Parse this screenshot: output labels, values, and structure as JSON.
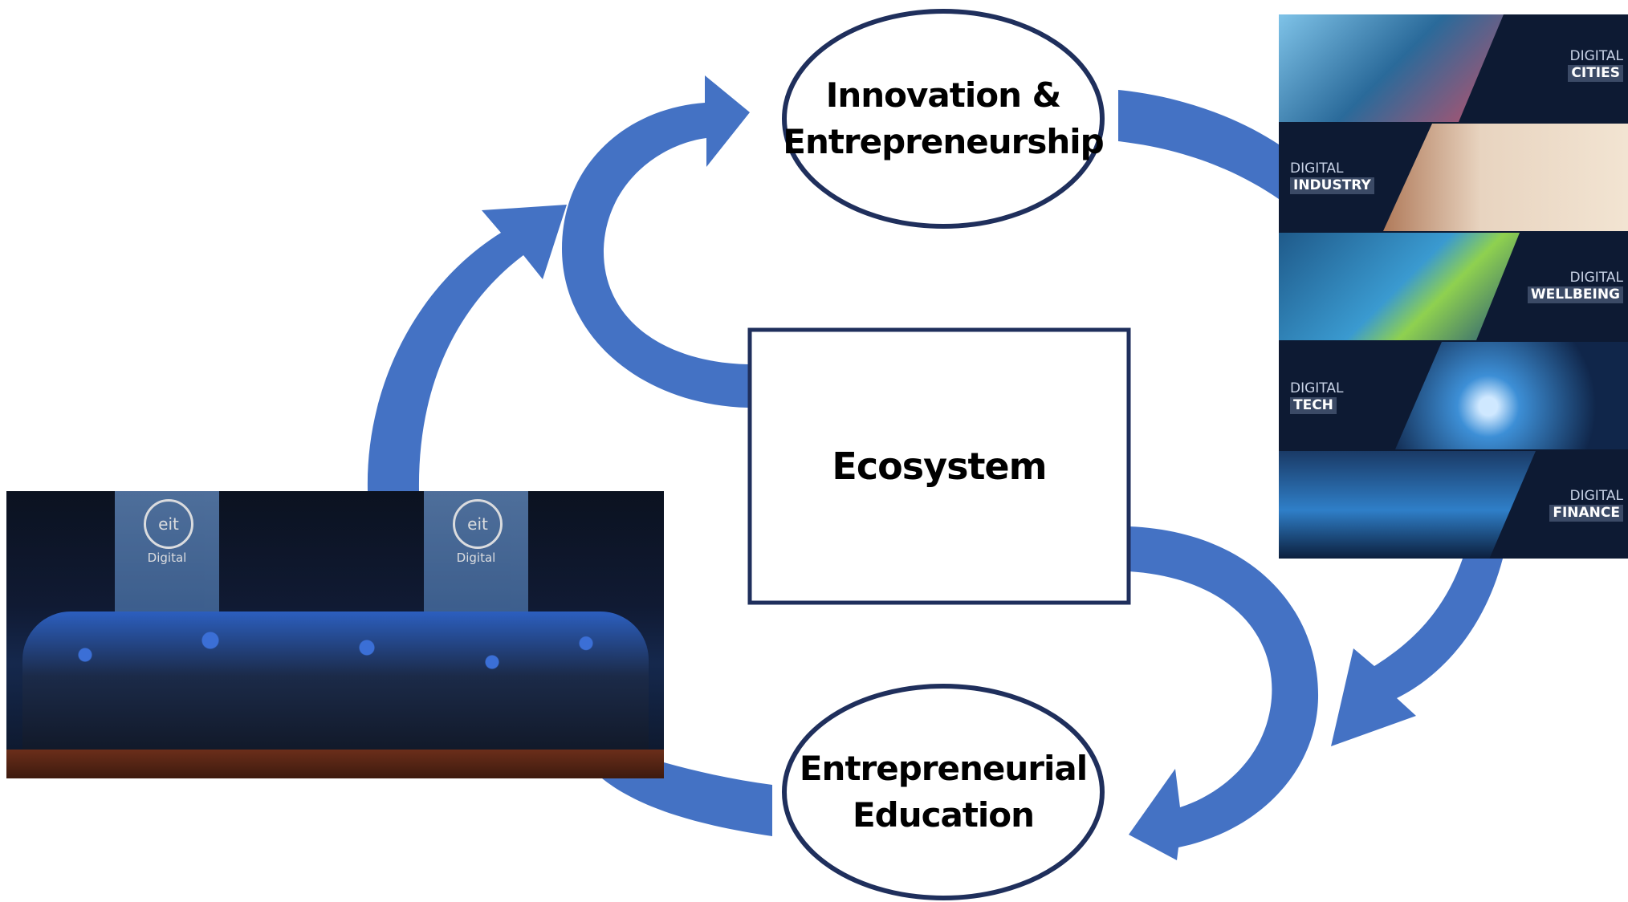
{
  "nodes": {
    "innovation": {
      "line1": "Innovation &",
      "line2": "Entrepreneurship"
    },
    "ecosystem": {
      "label": "Ecosystem"
    },
    "education": {
      "line1": "Entrepreneurial",
      "line2": "Education"
    }
  },
  "photo": {
    "banner_logo": "eit",
    "banner_text": "Digital"
  },
  "domains": [
    {
      "line1": "DIGITAL",
      "line2": "CITIES"
    },
    {
      "line1": "DIGITAL",
      "line2": "INDUSTRY"
    },
    {
      "line1": "DIGITAL",
      "line2": "WELLBEING"
    },
    {
      "line1": "DIGITAL",
      "line2": "TECH"
    },
    {
      "line1": "DIGITAL",
      "line2": "FINANCE"
    }
  ],
  "colors": {
    "arrow": "#4472c4",
    "node_border": "#1f2f5c",
    "panel_background": "#0d1a33"
  }
}
